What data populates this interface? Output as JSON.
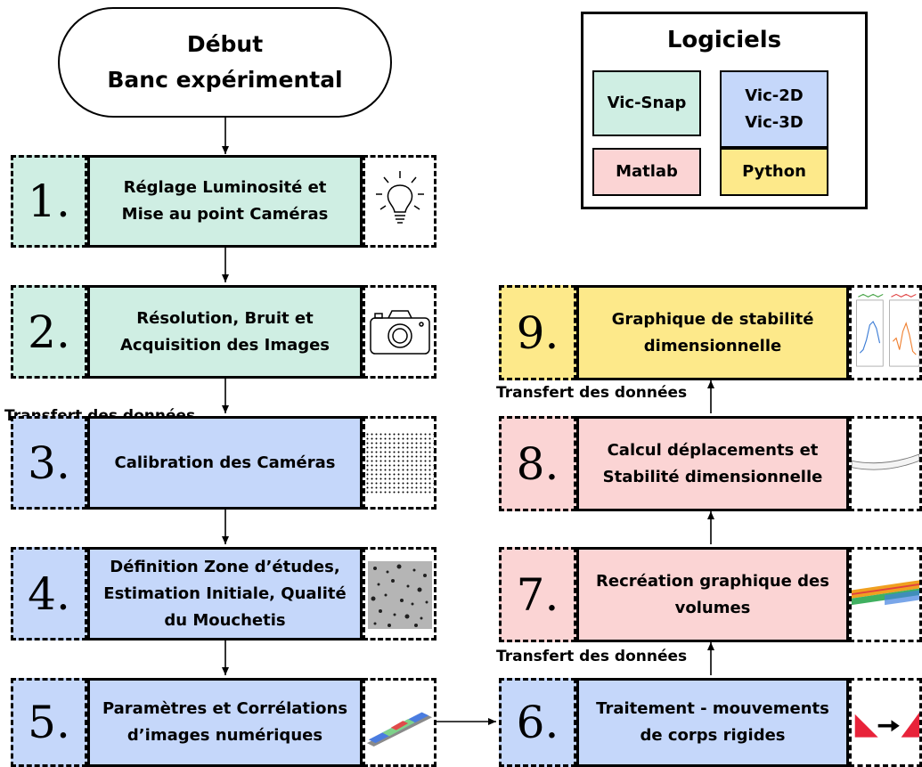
{
  "start": {
    "line1": "Début",
    "line2": "Banc expérimental"
  },
  "legend": {
    "title": "Logiciels",
    "items": [
      {
        "label": "Vic-Snap",
        "color": "#cfeee3"
      },
      {
        "label": "Vic-2D",
        "label2": "Vic-3D",
        "color": "#c5d7fa"
      },
      {
        "label": "Matlab",
        "color": "#fbd4d4"
      },
      {
        "label": "Python",
        "color": "#fde98a"
      }
    ]
  },
  "steps": [
    {
      "num": "1.",
      "line1": "Réglage Luminosité et",
      "line2": "Mise au point Caméras",
      "icon": "lightbulb-icon"
    },
    {
      "num": "2.",
      "line1": "Résolution, Bruit et",
      "line2": "Acquisition des Images",
      "icon": "camera-icon"
    },
    {
      "num": "3.",
      "line1": "Calibration des Caméras",
      "icon": "calibration-grid-icon"
    },
    {
      "num": "4.",
      "line1": "Définition Zone d’études,",
      "line2": "Estimation Initiale, Qualité",
      "line3": "du Mouchetis",
      "icon": "speckle-pattern-icon"
    },
    {
      "num": "5.",
      "line1": "Paramètres et Corrélations",
      "line2": "d’images numériques",
      "icon": "correlation-result-icon"
    },
    {
      "num": "6.",
      "line1": "Traitement - mouvements",
      "line2": "de corps rigides",
      "icon": "rigid-motion-icon"
    },
    {
      "num": "7.",
      "line1": "Recréation graphique des",
      "line2": "volumes",
      "icon": "volume-render-icon"
    },
    {
      "num": "8.",
      "line1": "Calcul déplacements et",
      "line2": "Stabilité dimensionnelle",
      "icon": "deformed-beam-icon"
    },
    {
      "num": "9.",
      "line1": "Graphique de stabilité",
      "line2": "dimensionnelle",
      "icon": "stability-plot-icon"
    }
  ],
  "transfer_label": "Transfert des données"
}
